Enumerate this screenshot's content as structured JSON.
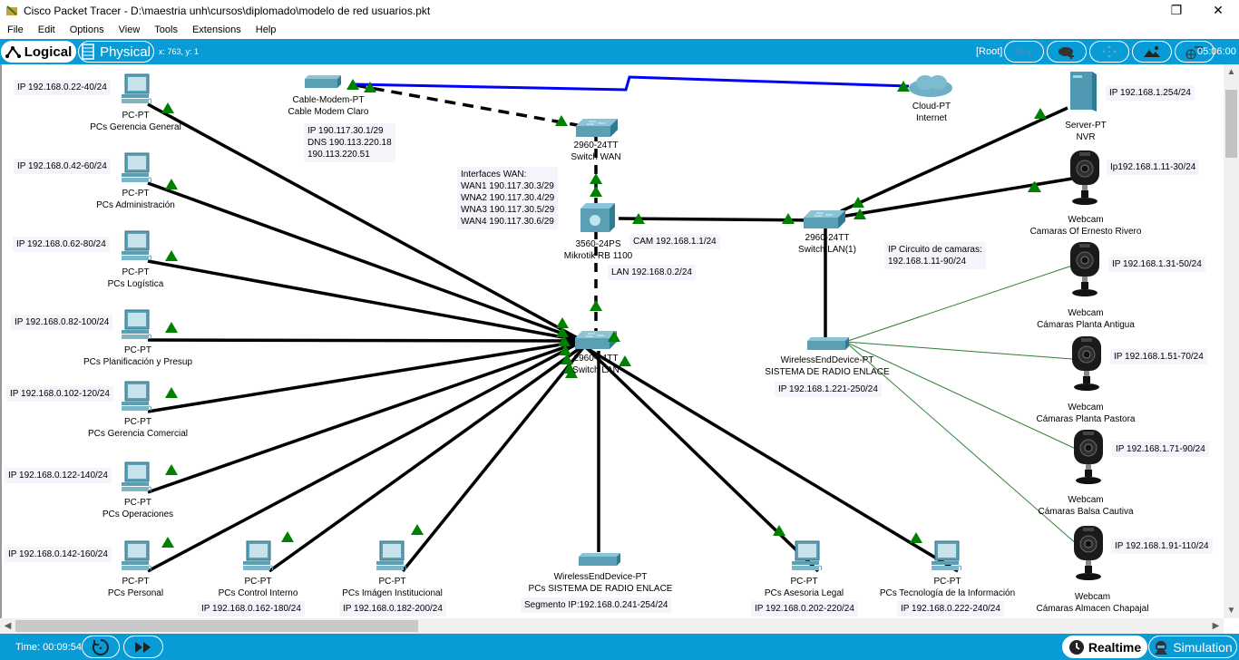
{
  "window": {
    "title": "Cisco Packet Tracer - D:\\maestria unh\\cursos\\diplomado\\modelo de red usuarios.pkt",
    "restore_icon": "restore-icon",
    "close_icon": "close-icon",
    "restore_glyph": "❐",
    "close_glyph": "✕"
  },
  "menu": [
    "File",
    "Edit",
    "Options",
    "View",
    "Tools",
    "Extensions",
    "Help"
  ],
  "toolbar": {
    "logical_label": "Logical",
    "physical_label": "Physical",
    "coords": "x: 763, y: 1",
    "root_label": "[Root]",
    "clock": "05:06:00",
    "buttons": [
      "back-icon",
      "cluster-add-icon",
      "move-icon",
      "background-image-icon",
      "viewport-icon"
    ]
  },
  "colors": {
    "accent": "#089bd6",
    "link_black": "#000000",
    "link_blue": "#0000ff",
    "link_wireless": "#2e7d32",
    "link_up": "#008000"
  },
  "devices": {
    "modem": {
      "model": "Cable-Modem-PT",
      "name": "Cable Modem Claro"
    },
    "cloud": {
      "model": "Cloud-PT",
      "name": "Internet"
    },
    "switch_wan": {
      "model": "2960-24TT",
      "name": "Switch WAN"
    },
    "router": {
      "model": "3560-24PS",
      "name": "Mikrotik RB 1100"
    },
    "switch_lan": {
      "model": "2960-24TT",
      "name": "Switch LAN"
    },
    "switch_lan1": {
      "model": "2960-24TT",
      "name": "Switch LAN(1)"
    },
    "server": {
      "model": "Server-PT",
      "name": "NVR"
    },
    "wireless_cam": {
      "model": "WirelessEndDevice-PT",
      "name": "SISTEMA DE RADIO ENLACE"
    },
    "wireless_pcs": {
      "model": "WirelessEndDevice-PT",
      "name": "PCs SISTEMA DE RADIO ENLACE"
    },
    "pcs": [
      {
        "model": "PC-PT",
        "name": "PCs Gerencia General",
        "ip": "IP 192.168.0.22-40/24"
      },
      {
        "model": "PC-PT",
        "name": "PCs Administración",
        "ip": "IP 192.168.0.42-60/24"
      },
      {
        "model": "PC-PT",
        "name": "PCs Logística",
        "ip": "IP 192.168.0.62-80/24"
      },
      {
        "model": "PC-PT",
        "name": "PCs Planificación y Presup",
        "ip": "IP 192.168.0.82-100/24"
      },
      {
        "model": "PC-PT",
        "name": "PCs Gerencia Comercial",
        "ip": "IP 192.168.0.102-120/24"
      },
      {
        "model": "PC-PT",
        "name": "PCs Operaciones",
        "ip": "IP 192.168.0.122-140/24"
      },
      {
        "model": "PC-PT",
        "name": "PCs Personal",
        "ip": "IP 192.168.0.142-160/24"
      },
      {
        "model": "PC-PT",
        "name": "PCs Control Interno",
        "ip": "IP 192.168.0.162-180/24"
      },
      {
        "model": "PC-PT",
        "name": "PCs Imágen Institucional",
        "ip": "IP 192.168.0.182-200/24"
      },
      {
        "model": "PC-PT",
        "name": "PCs Asesoria Legal",
        "ip": "IP 192.168.0.202-220/24"
      },
      {
        "model": "PC-PT",
        "name": "PCs Tecnología de la Información",
        "ip": "IP 192.168.0.222-240/24"
      }
    ],
    "cams": [
      {
        "model": "Webcam",
        "name": "Camaras Of Ernesto Rivero",
        "ip": "Ip192.168.1.11-30/24"
      },
      {
        "model": "Webcam",
        "name": "Cámaras Planta Antigua",
        "ip": "IP 192.168.1.31-50/24"
      },
      {
        "model": "Webcam",
        "name": "Cámaras Planta Pastora",
        "ip": "IP 192.168.1.51-70/24"
      },
      {
        "model": "Webcam",
        "name": "Cámaras Balsa Cautiva",
        "ip": "IP 192.168.1.71-90/24"
      },
      {
        "model": "Webcam",
        "name": "Cámaras Almacen Chapajal",
        "ip": "IP 192.168.1.91-110/24"
      }
    ]
  },
  "notes": {
    "modem_ip": [
      "IP    190.117.30.1/29",
      "DNS 190.113.220.18",
      "       190.113.220.51"
    ],
    "wan_interfaces": [
      "Interfaces WAN:",
      "WAN1 190.117.30.3/29",
      "WNA2 190.117.30.4/29",
      "WNA3 190.117.30.5/29",
      "WAN4 190.117.30.6/29"
    ],
    "cam": "CAM 192.168.1.1/24",
    "lan": "LAN 192.168.0.2/24",
    "server_ip": "IP 192.168.1.254/24",
    "cam_circuit": [
      "IP Circuito de camaras:",
      "192.168.1.11-90/24"
    ],
    "radio_ip": "IP 192.168.1.221-250/24",
    "radio_pcs_segment": "Segmento IP:192.168.0.241-254/24"
  },
  "statusbar": {
    "time": "Time: 00:09:54",
    "realtime_label": "Realtime",
    "simulation_label": "Simulation"
  }
}
